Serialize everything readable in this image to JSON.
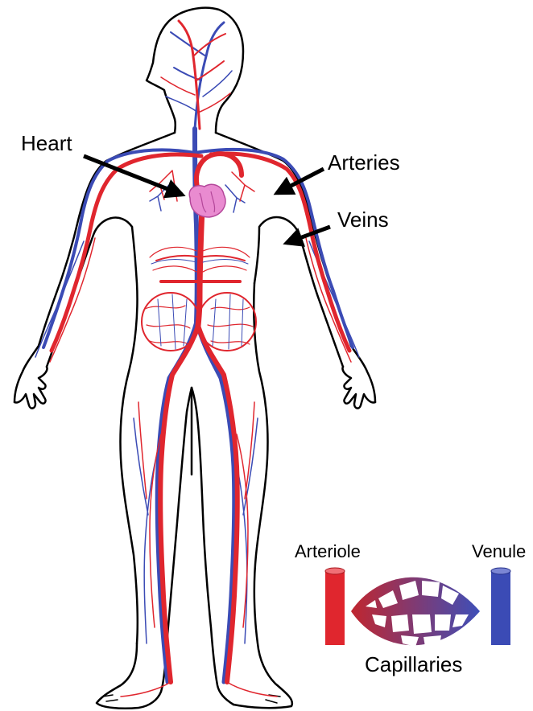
{
  "labels": {
    "heart": "Heart",
    "arteries": "Arteries",
    "veins": "Veins",
    "arteriole": "Arteriole",
    "venule": "Venule",
    "capillaries": "Capillaries"
  },
  "colors": {
    "artery": "#e0262e",
    "vein": "#3b4bb5",
    "heart": "#e98bd0",
    "outline": "#000000",
    "capillary_left": "#c0262f",
    "capillary_right": "#3e4fb8"
  }
}
